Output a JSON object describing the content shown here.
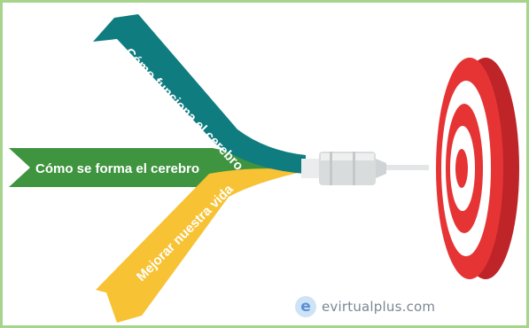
{
  "ribbons": {
    "top": {
      "label": "Cómo funciona el cerebro",
      "color": "#0f7c80"
    },
    "middle": {
      "label": "Cómo se forma el cerebro",
      "color": "#3f9440"
    },
    "bottom": {
      "label": "Mejorar nuestra vida",
      "color": "#f7c234"
    }
  },
  "brand": {
    "logo_letter": "e",
    "name": "evirtualplus.com"
  },
  "colors": {
    "target_red": "#e63435",
    "target_red_dark": "#bf2429",
    "target_white": "#ffffff",
    "frame": "#a6d48a",
    "dart_silver": "#d9dcdd"
  }
}
